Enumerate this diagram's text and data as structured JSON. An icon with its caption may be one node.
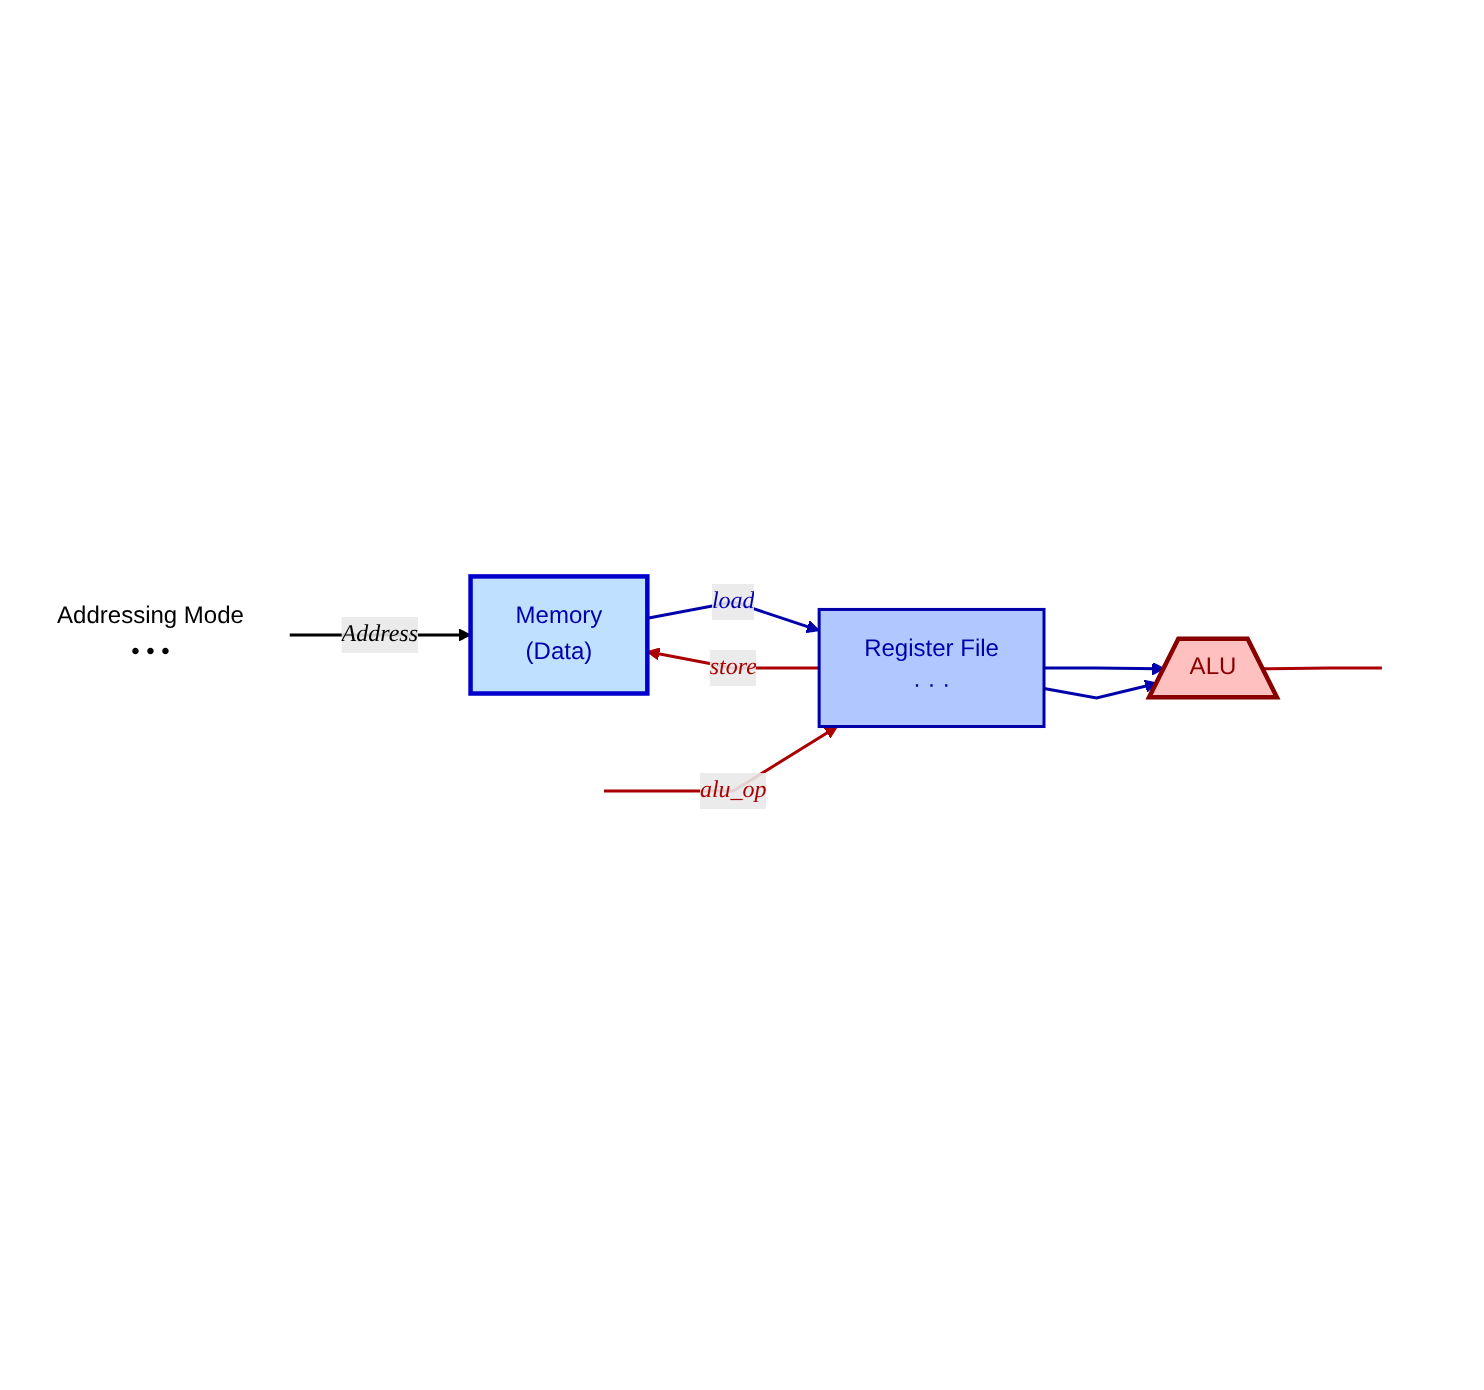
{
  "diagram": {
    "nodes": [
      {
        "text": [
          "Memory",
          "(Data)"
        ]
      },
      {
        "text": [
          "Register File",
          "· · ·"
        ]
      },
      {
        "text": [
          "ALU"
        ]
      },
      {
        "text": [
          "Addressing Mode",
          "• • •"
        ]
      }
    ],
    "edges": [
      {
        "from": 0,
        "to": 1,
        "arrow": "to",
        "label": "load",
        "color": "#0000aa"
      },
      {
        "from": 1,
        "to": 0,
        "arrow": "to",
        "label": "store",
        "color": "#aa0000"
      },
      {
        "from": 1,
        "to": 2,
        "arrow": "to",
        "color": "#0000aa"
      },
      {
        "from": 1,
        "to": 2,
        "arrow": "to",
        "color": "#0000aa"
      },
      {
        "from": 2,
        "to": null,
        "arrow": "none",
        "color": "#aa0000"
      },
      {
        "from": null,
        "to": 1,
        "arrow": "to",
        "label": "alu_op",
        "color": "#aa0000"
      },
      {
        "from": 3,
        "to": 0,
        "arrow": "to",
        "label": "Address",
        "color": "#000000"
      }
    ]
  }
}
